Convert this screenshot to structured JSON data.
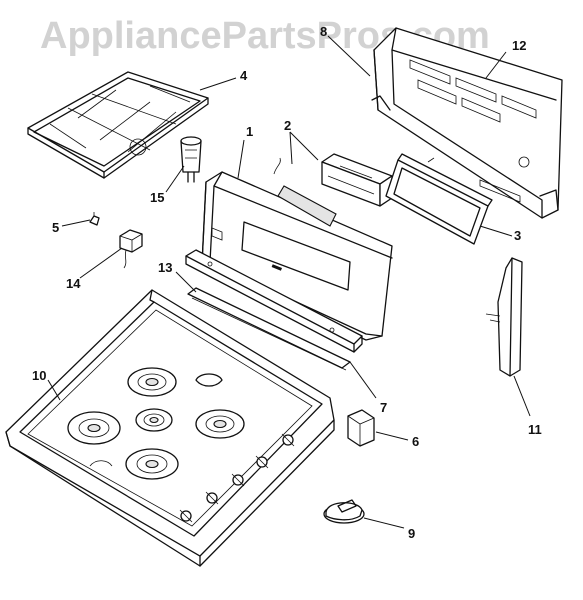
{
  "watermark": "AppliancePartsPros.com",
  "callouts": [
    {
      "id": "1",
      "text": "1"
    },
    {
      "id": "2",
      "text": "2"
    },
    {
      "id": "3",
      "text": "3"
    },
    {
      "id": "4",
      "text": "4"
    },
    {
      "id": "5",
      "text": "5"
    },
    {
      "id": "6",
      "text": "6"
    },
    {
      "id": "7",
      "text": "7"
    },
    {
      "id": "8",
      "text": "8"
    },
    {
      "id": "9",
      "text": "9"
    },
    {
      "id": "10",
      "text": "10"
    },
    {
      "id": "11",
      "text": "11"
    },
    {
      "id": "12",
      "text": "12"
    },
    {
      "id": "13",
      "text": "13"
    },
    {
      "id": "14",
      "text": "14"
    },
    {
      "id": "15",
      "text": "15"
    }
  ]
}
